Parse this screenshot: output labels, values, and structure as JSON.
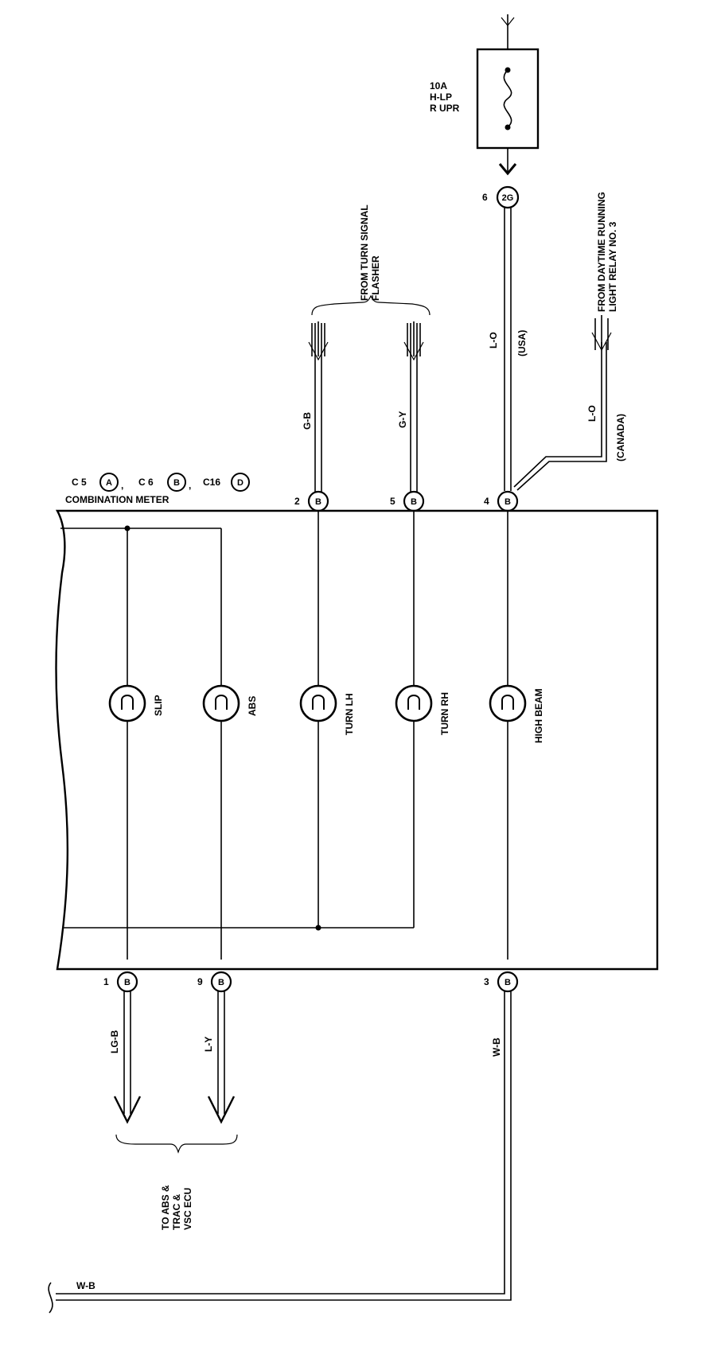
{
  "fuse": {
    "amp": "10A",
    "line1": "H-LP",
    "line2": "R UPR"
  },
  "junction": {
    "pin": "6",
    "id": "2G"
  },
  "meter": {
    "connectors_label": [
      {
        "code": "C 5",
        "letter": "A"
      },
      {
        "code": "C 6",
        "letter": "B"
      },
      {
        "code": "C16",
        "letter": "D"
      }
    ],
    "separator": ",",
    "name": "COMBINATION METER",
    "top_pins": [
      {
        "num": "2",
        "letter": "B"
      },
      {
        "num": "5",
        "letter": "B"
      },
      {
        "num": "4",
        "letter": "B"
      }
    ],
    "bottom_pins": [
      {
        "num": "1",
        "letter": "B"
      },
      {
        "num": "9",
        "letter": "B"
      },
      {
        "num": "3",
        "letter": "B"
      }
    ],
    "bulbs": [
      "SLIP",
      "ABS",
      "TURN LH",
      "TURN RH",
      "HIGH BEAM"
    ]
  },
  "wires": {
    "gb": "G-B",
    "gy": "G-Y",
    "lo_usa": "L-O",
    "usa": "(USA)",
    "lo_canada": "L-O",
    "canada": "(CANADA)",
    "lgb": "LG-B",
    "ly": "L-Y",
    "wb": "W-B",
    "wb_bottom": "W-B"
  },
  "notes": {
    "turn_signal_1": "FROM TURN SIGNAL",
    "turn_signal_2": "FLASHER",
    "drl_1": "FROM DAYTIME RUNNING",
    "drl_2": "LIGHT RELAY NO. 3",
    "abs_1": "TO ABS &",
    "abs_2": "TRAC &",
    "abs_3": "VSC ECU"
  }
}
